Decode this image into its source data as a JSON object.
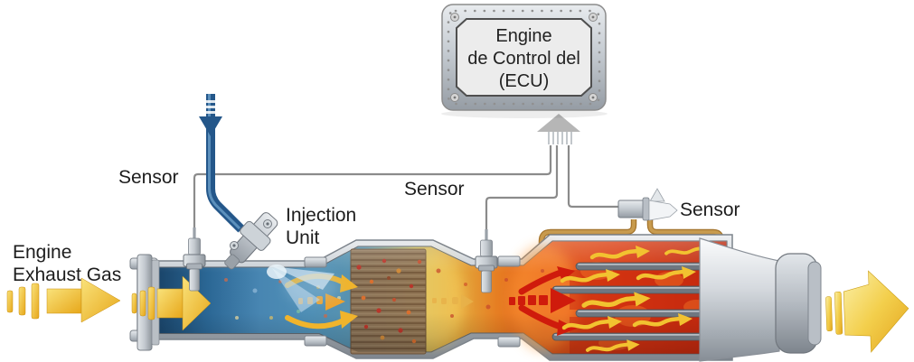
{
  "labels": {
    "engine_exhaust_gas_line1": "Engine",
    "engine_exhaust_gas_line2": "Exhaust Gas",
    "sensor_upstream": "Sensor",
    "sensor_mid": "Sensor",
    "sensor_downstream": "Sensor",
    "injection_unit_line1": "Injection",
    "injection_unit_line2": "Unit"
  },
  "ecu_box": {
    "line1": "Engine",
    "line2": "de Control del",
    "line3": "(ECU)"
  },
  "icons": {
    "dosing_arrow": "arrow-down",
    "ecu_signal_arrow": "arrow-up",
    "inlet_flow_arrow": "arrow-right",
    "in_pipe_flow_arrow": "arrow-right",
    "hot_flow_arrow": "arrow-right-dashed",
    "outlet_flow_arrow": "arrow-right"
  },
  "colors": {
    "cold_gas_blue": "#2f6f9d",
    "hot_gas_red": "#d93c14",
    "flow_arrow_yellow": "#f2c230",
    "red_arrow": "#cf1b0c",
    "dosing_line_blue": "#24578a",
    "sensor_wire_gray": "#8b8b8b",
    "sensor_tube_tan": "#c89b4e",
    "pipe_metal_gray": "#b6bcc3"
  }
}
